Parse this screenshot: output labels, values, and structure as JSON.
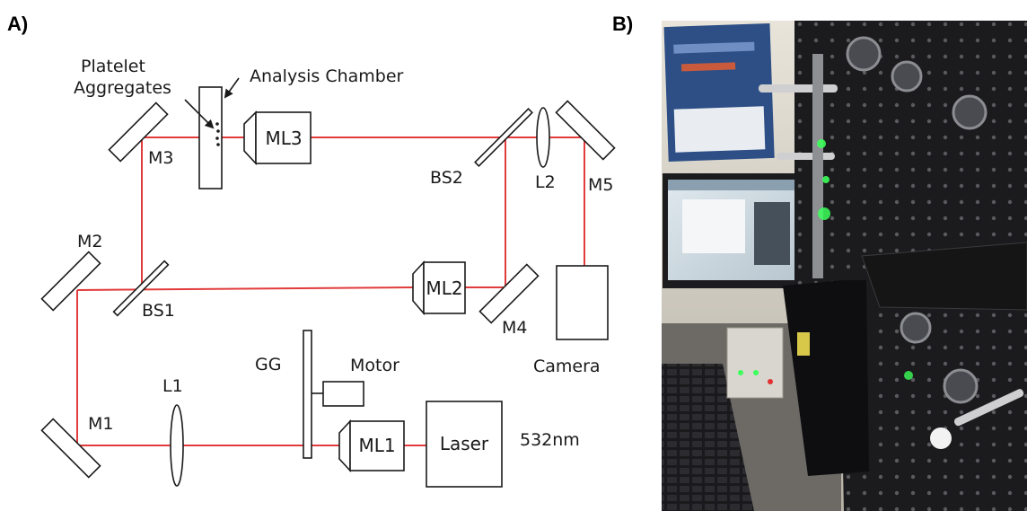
{
  "panels": {
    "a_label": "A)",
    "b_label": "B)"
  },
  "labels": {
    "platelet_line1": "Platelet",
    "platelet_line2": "Aggregates",
    "analysis_chamber": "Analysis Chamber",
    "m1": "M1",
    "m2": "M2",
    "m3": "M3",
    "m4": "M4",
    "m5": "M5",
    "bs1": "BS1",
    "bs2": "BS2",
    "l1": "L1",
    "l2": "L2",
    "gg": "GG",
    "motor": "Motor",
    "camera": "Camera",
    "wavelength": "532nm"
  },
  "boxes": {
    "ml1": "ML1",
    "ml2": "ML2",
    "ml3": "ML3",
    "laser": "Laser"
  },
  "colors": {
    "beam": "#e23b3b",
    "outline": "#1a1a1a",
    "laser_green": "#3cff5a"
  }
}
